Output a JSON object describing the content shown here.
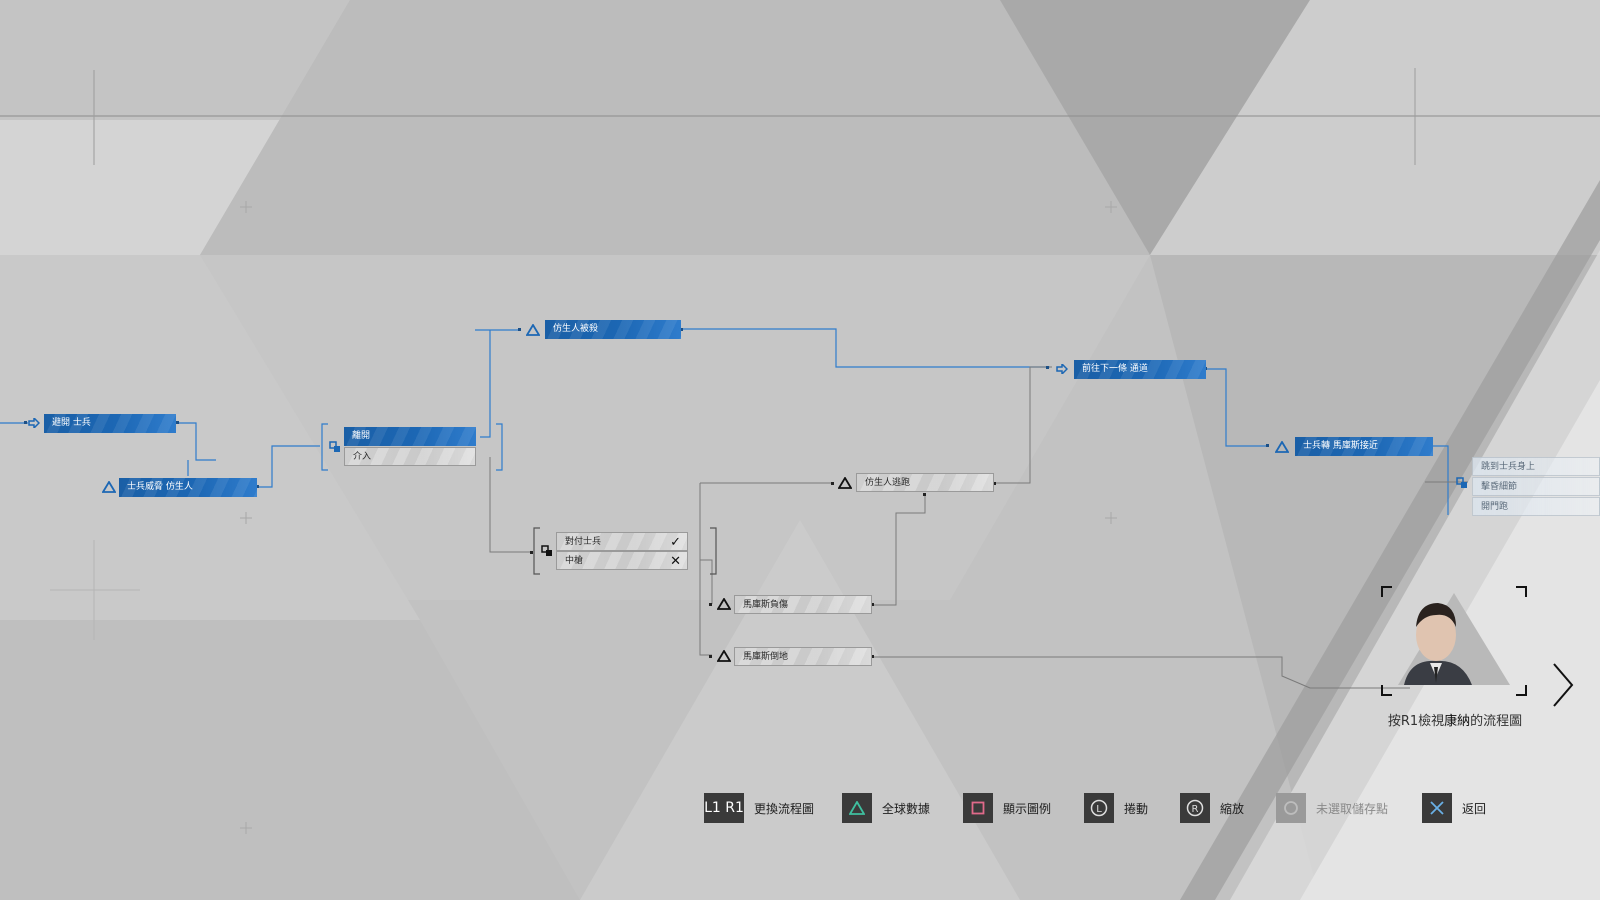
{
  "flowchart": {
    "nodes": {
      "avoid_soldier": "避開 士兵",
      "soldier_threatens": "士兵威脅 仿生人",
      "leave": "離開",
      "intervene": "介入",
      "android_killed": "仿生人被殺",
      "next_passage": "前往下一條 通道",
      "deal_with_soldier": "對付士兵",
      "stop": "中槍",
      "android_escapes": "仿生人逃跑",
      "markus_injured": "馬庫斯負傷",
      "markus_falls": "馬庫斯倒地",
      "soldier_markus_close": "士兵轉 馬庫斯接近",
      "faded_top": "跳到士兵身上",
      "faded_mid": "擊昏細節",
      "faded_bottom": "開門跑"
    },
    "marks": {
      "check": "✓",
      "cross": "✕"
    }
  },
  "character_hint": {
    "prefix": "按R1檢視",
    "name": "康納",
    "suffix": "的流程圖"
  },
  "legend": [
    {
      "id": "swap",
      "button": "L1 R1",
      "label": "更換流程圖",
      "enabled": true
    },
    {
      "id": "global",
      "button": "triangle",
      "label": "全球數據",
      "enabled": true
    },
    {
      "id": "legend",
      "button": "square",
      "label": "顯示圖例",
      "enabled": true
    },
    {
      "id": "scroll",
      "button": "L",
      "label": "捲動",
      "enabled": true
    },
    {
      "id": "zoom",
      "button": "R",
      "label": "縮放",
      "enabled": true
    },
    {
      "id": "checkpoint",
      "button": "circle",
      "label": "未選取儲存點",
      "enabled": false
    },
    {
      "id": "back",
      "button": "cross",
      "label": "返回",
      "enabled": true
    }
  ],
  "colors": {
    "accent_blue": "#1c67b4",
    "line_blue": "#2f7ccc",
    "line_gray": "#7a7a7a",
    "triangle_button": "#3fbf9f",
    "square_button": "#e06a8a",
    "cross_button": "#6ab0e6"
  }
}
